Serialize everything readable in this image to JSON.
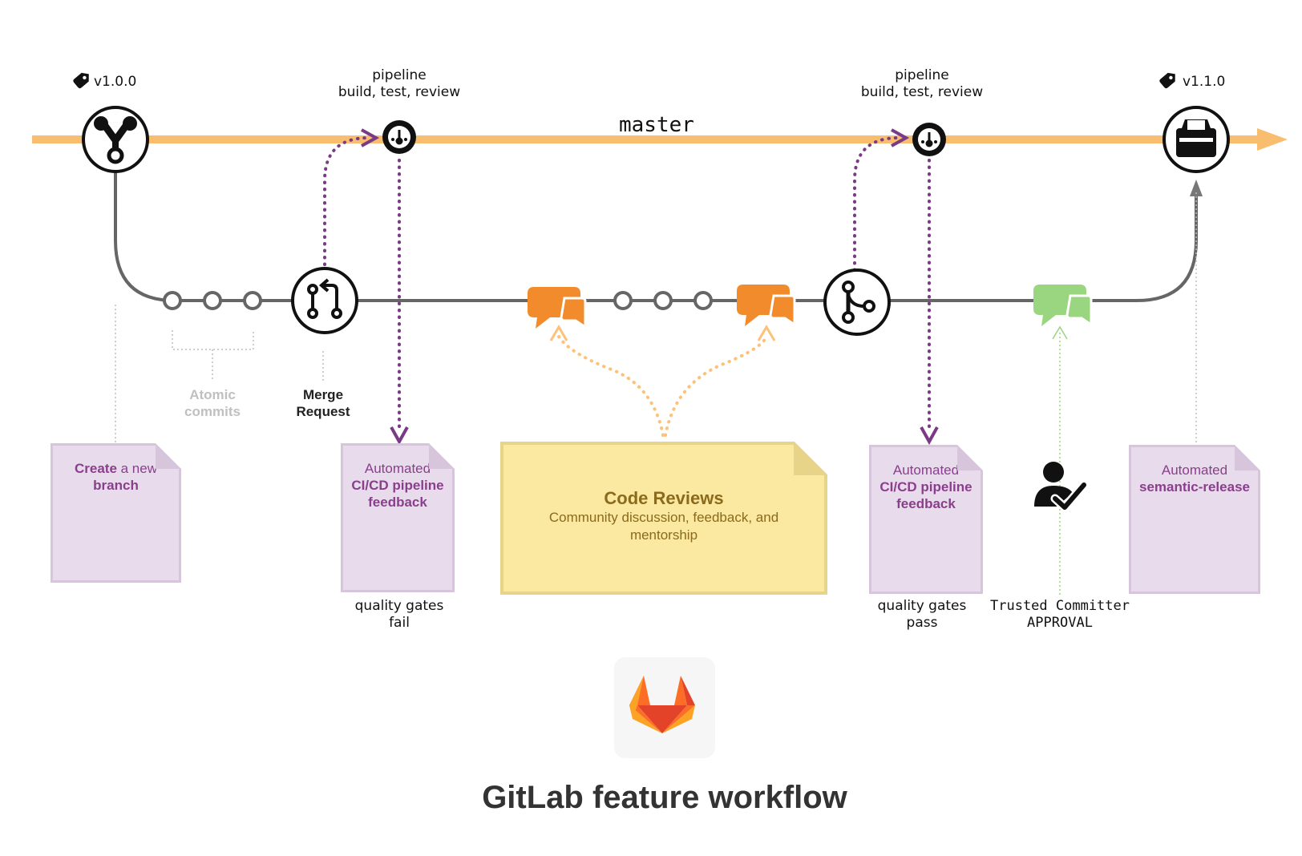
{
  "tags": {
    "start": "v1.0.0",
    "end": "v1.1.0"
  },
  "branch_name": "master",
  "pipeline_1": {
    "title": "pipeline",
    "subtitle": "build, test, review"
  },
  "pipeline_2": {
    "title": "pipeline",
    "subtitle": "build, test, review"
  },
  "labels": {
    "atomic_1": "Atomic",
    "atomic_2": "commits",
    "merge_1": "Merge",
    "merge_2": "Request",
    "gates_fail_1": "quality gates",
    "gates_fail_2": "fail",
    "gates_pass_1": "quality gates",
    "gates_pass_2": "pass",
    "committer_1": "Trusted Committer",
    "committer_2": "APPROVAL"
  },
  "notes": {
    "branch": {
      "line1_bold": "Create",
      "line1_rest": " a new",
      "line2": "branch"
    },
    "feedback_fail": {
      "line1": "Automated",
      "line2": "CI/CD pipeline",
      "line3": "feedback"
    },
    "feedback_pass": {
      "line1": "Automated",
      "line2": "CI/CD pipeline",
      "line3": "feedback"
    },
    "release": {
      "line1": "Automated",
      "line2": "semantic-release"
    }
  },
  "code_reviews": {
    "title": "Code Reviews",
    "subtitle_1": "Community discussion, feedback, and",
    "subtitle_2": "mentorship"
  },
  "footer_title": "GitLab feature workflow",
  "colors": {
    "master": "#f8bd6f",
    "branch": "#666666",
    "pipeline_link": "#7b3a86",
    "review_link": "#fcc27a",
    "review_bubble": "#f28b2c",
    "approval_bubble": "#9ad57f",
    "note_bg": "#e8dbeb",
    "code_review_bg": "#fbe9a2",
    "fail": "#d66b7e",
    "pass": "#a9b98f"
  },
  "icons": [
    "tag-icon",
    "fork-icon",
    "pipeline-icon",
    "merge-request-icon",
    "chat-icon",
    "merge-icon",
    "approval-icon",
    "package-icon",
    "error-icon",
    "check-icon",
    "gitlab-logo"
  ]
}
